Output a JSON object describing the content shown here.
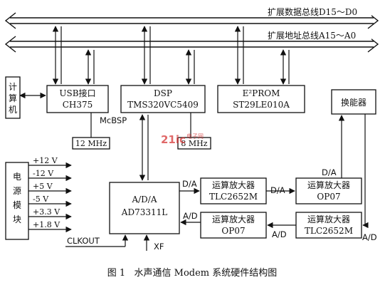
{
  "buses": {
    "data_bus": "扩展数据总线D15～D0",
    "addr_bus": "扩展地址总线A15～A0"
  },
  "blocks": {
    "computer": "计算机",
    "usb": {
      "line1": "USB接口",
      "line2": "CH375"
    },
    "dsp": {
      "line1": "DSP",
      "line2": "TMS320VC5409"
    },
    "eprom": {
      "line1": "E²PROM",
      "line2": "ST29LE010A"
    },
    "transducer": "换能器",
    "power": "电源模块",
    "codec": {
      "line1": "A/D/A",
      "line2": "AD73311L"
    },
    "amp_top_mid": {
      "line1": "运算放大器",
      "line2": "TLC2652M"
    },
    "amp_top_right": {
      "line1": "运算放大器",
      "line2": "OP07"
    },
    "amp_bot_mid": {
      "line1": "运算放大器",
      "line2": "OP07"
    },
    "amp_bot_right": {
      "line1": "运算放大器",
      "line2": "TLC2652M"
    }
  },
  "crystals": {
    "usb_clock": "12 MHz",
    "dsp_clock": "8 MHz"
  },
  "signals": {
    "mcbsp": "McBSP",
    "da_1": "D/A",
    "da_2": "D/A",
    "da_3": "D/A",
    "ad_1": "A/D",
    "ad_2": "A/D",
    "ad_3": "A/D",
    "clkout": "CLKOUT",
    "xf": "XF"
  },
  "voltages": [
    "+12 V",
    "-12 V",
    "+5 V",
    "-5 V",
    "+3.3 V",
    "+1.8 V"
  ],
  "watermark": {
    "logo": "21ic",
    "sub": "电子网"
  },
  "caption": "图 1   水声通信 Modem 系统硬件结构图"
}
